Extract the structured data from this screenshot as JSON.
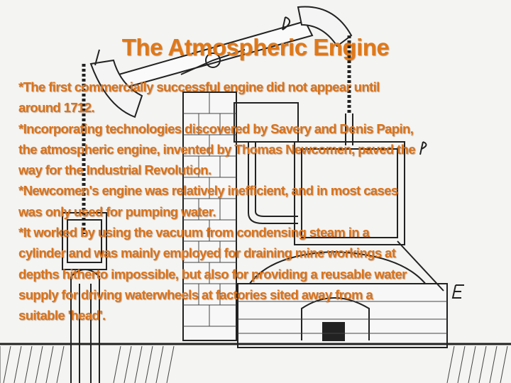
{
  "slide": {
    "title": "The Atmospheric Engine",
    "accent_color": "#d9731c",
    "background_image": "newcomen-engine-line-drawing",
    "paragraphs": [
      {
        "lines": [
          "*The first commercially successful engine did not appear until",
          "around 1712."
        ]
      },
      {
        "lines": [
          "*Incorporating technologies discovered by Savery and Denis Papin,",
          "the atmospheric engine, invented by Thomas Newcomen, paved the",
          "way for the Industrial Revolution."
        ]
      },
      {
        "lines": [
          "*Newcomen's engine was relatively inefficient, and in most cases",
          "was only used for pumping water."
        ]
      },
      {
        "lines": [
          "*It worked by using the vacuum from condensing steam in a",
          "cylinder and was mainly employed for draining mine workings at",
          "depths hitherto impossible, but also for providing a reusable water",
          "supply for driving waterwheels at factories sited away from a",
          "suitable 'head'."
        ]
      }
    ]
  }
}
